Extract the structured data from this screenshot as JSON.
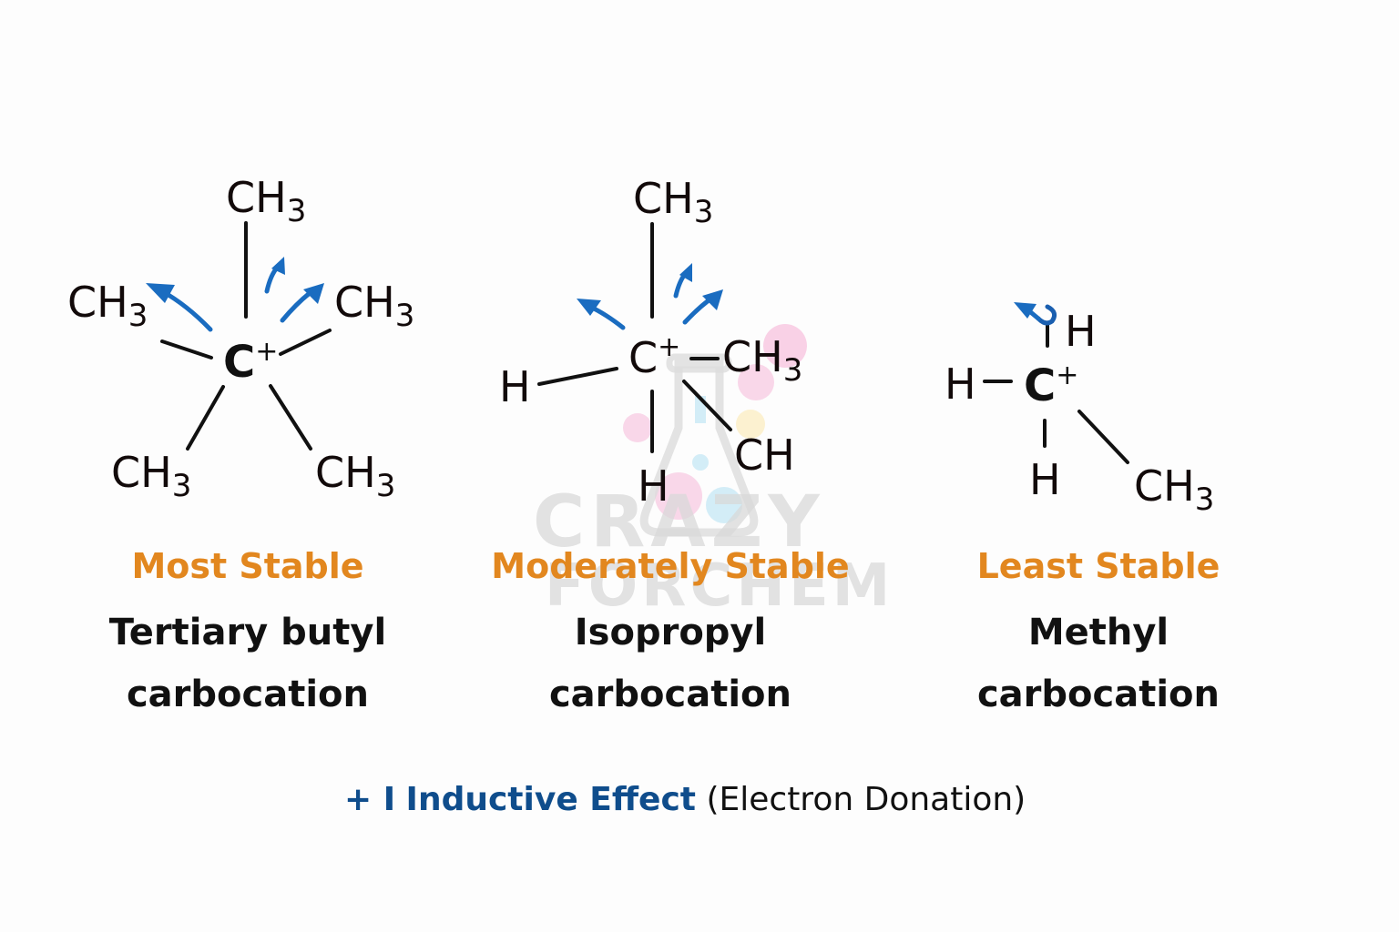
{
  "colors": {
    "background": "#fdfdfd",
    "stability_label": "#e2871f",
    "arrow": "#1a6cc0",
    "legend_accent": "#0f4d8c",
    "text": "#111111",
    "watermark_gray": "#d9d9d9",
    "watermark_pink": "#f7c6e0",
    "watermark_blue": "#c8e9f5",
    "watermark_yellow": "#fbeec4"
  },
  "molecules": [
    {
      "id": "tertiary-butyl",
      "center": "C",
      "charge": "+",
      "substituents": [
        {
          "label": "CH",
          "sub": "3",
          "position": "top"
        },
        {
          "label": "CH",
          "sub": "3",
          "position": "upper-left"
        },
        {
          "label": "CH",
          "sub": "3",
          "position": "upper-right"
        },
        {
          "label": "CH",
          "sub": "3",
          "position": "lower-left"
        },
        {
          "label": "CH",
          "sub": "3",
          "position": "lower-right"
        }
      ],
      "arrow_count": 3,
      "stability": "Most Stable",
      "name_line1": "Tertiary butyl",
      "name_line2": "carbocation"
    },
    {
      "id": "isopropyl",
      "center": "C",
      "charge": "+",
      "substituents": [
        {
          "label": "CH",
          "sub": "3",
          "position": "top"
        },
        {
          "label": "H",
          "sub": "",
          "position": "left"
        },
        {
          "label": "CH",
          "sub": "3",
          "position": "right"
        },
        {
          "label": "H",
          "sub": "",
          "position": "bottom"
        },
        {
          "label": "CH",
          "sub": "",
          "position": "lower-right"
        }
      ],
      "arrow_count": 3,
      "stability": "Moderately Stable",
      "name_line1": "Isopropyl",
      "name_line2": "carbocation"
    },
    {
      "id": "methyl",
      "center": "C",
      "charge": "+",
      "substituents": [
        {
          "label": "H",
          "sub": "",
          "position": "top-right"
        },
        {
          "label": "H",
          "sub": "",
          "position": "left"
        },
        {
          "label": "H",
          "sub": "",
          "position": "bottom"
        },
        {
          "label": "CH",
          "sub": "3",
          "position": "lower-right"
        }
      ],
      "arrow_count": 1,
      "stability": "Least Stable",
      "name_line1": "Methyl",
      "name_line2": "carbocation"
    }
  ],
  "legend": {
    "symbol": "+ I",
    "effect": "Inductive Effect",
    "description": "(Electron Donation)"
  },
  "watermark": {
    "line1": "CRAZY",
    "line2": "FORCHEM"
  }
}
